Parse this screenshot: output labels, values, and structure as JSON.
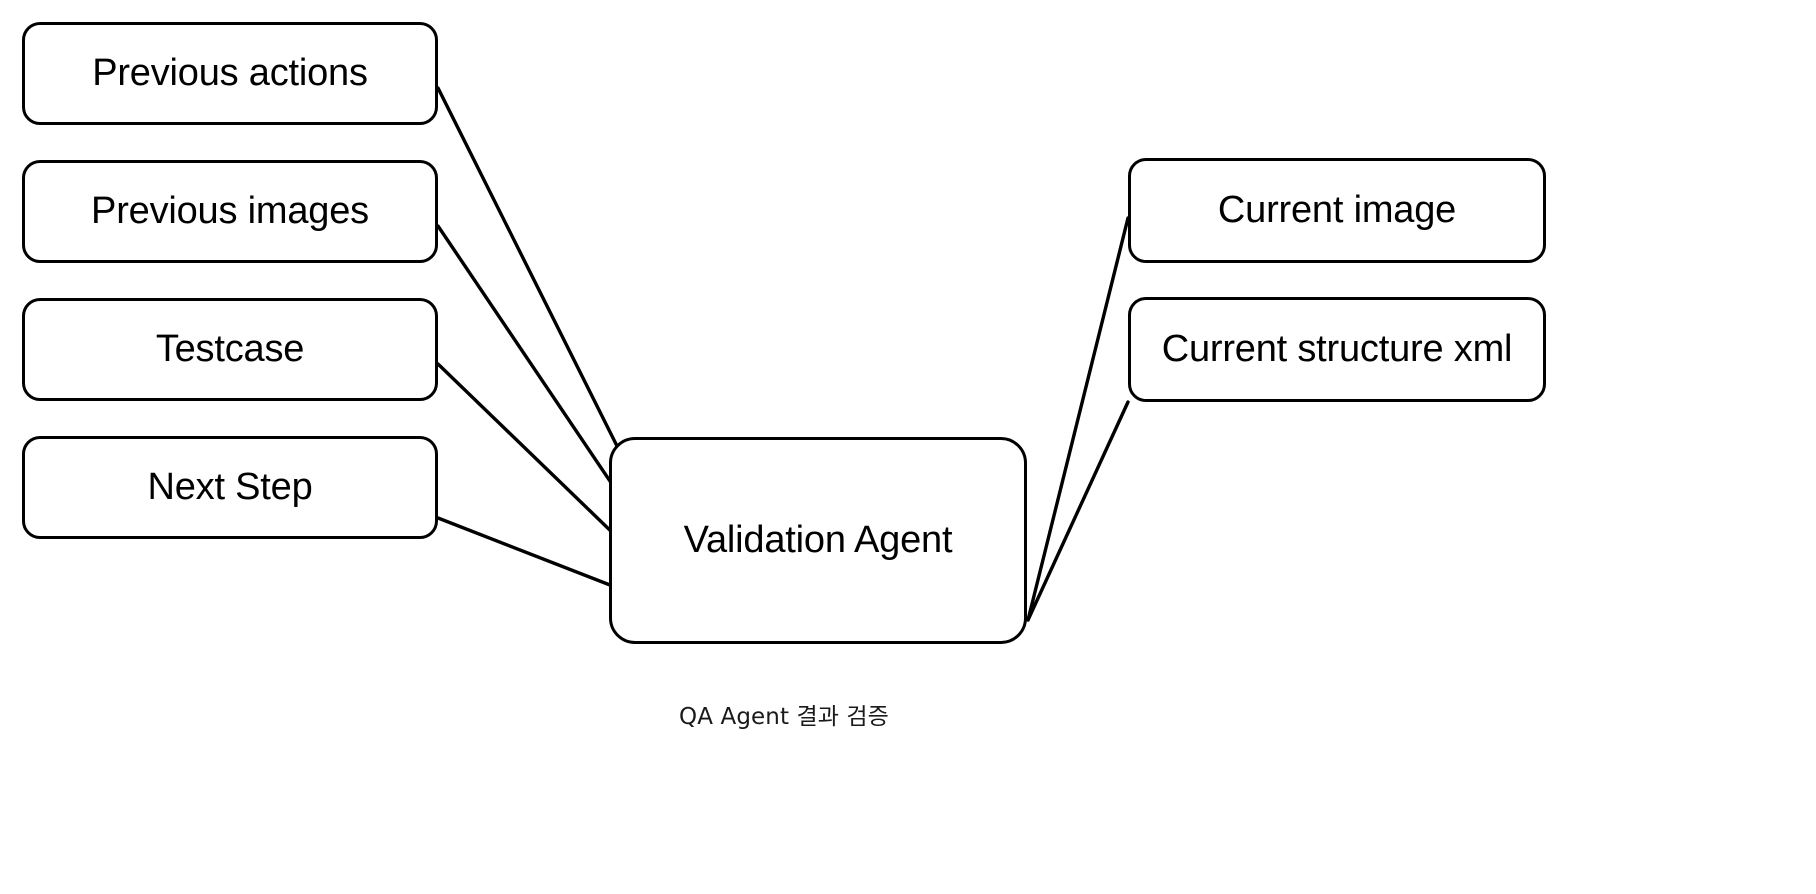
{
  "diagram": {
    "caption": "QA Agent 결과 검증",
    "stroke_color": "#000000",
    "background_color": "#ffffff",
    "nodes": [
      {
        "id": "previous-actions",
        "label": "Previous actions",
        "group": "inputs-left"
      },
      {
        "id": "previous-images",
        "label": "Previous images",
        "group": "inputs-left"
      },
      {
        "id": "testcase",
        "label": "Testcase",
        "group": "inputs-left"
      },
      {
        "id": "next-step",
        "label": "Next Step",
        "group": "inputs-left"
      },
      {
        "id": "validation-agent",
        "label": "Validation Agent",
        "group": "center"
      },
      {
        "id": "current-image",
        "label": "Current image",
        "group": "inputs-right"
      },
      {
        "id": "current-structure-xml",
        "label": "Current structure xml",
        "group": "inputs-right"
      }
    ],
    "edges": [
      {
        "from": "previous-actions",
        "to": "validation-agent"
      },
      {
        "from": "previous-images",
        "to": "validation-agent"
      },
      {
        "from": "testcase",
        "to": "validation-agent"
      },
      {
        "from": "next-step",
        "to": "validation-agent"
      },
      {
        "from": "current-image",
        "to": "validation-agent"
      },
      {
        "from": "current-structure-xml",
        "to": "validation-agent"
      }
    ]
  }
}
